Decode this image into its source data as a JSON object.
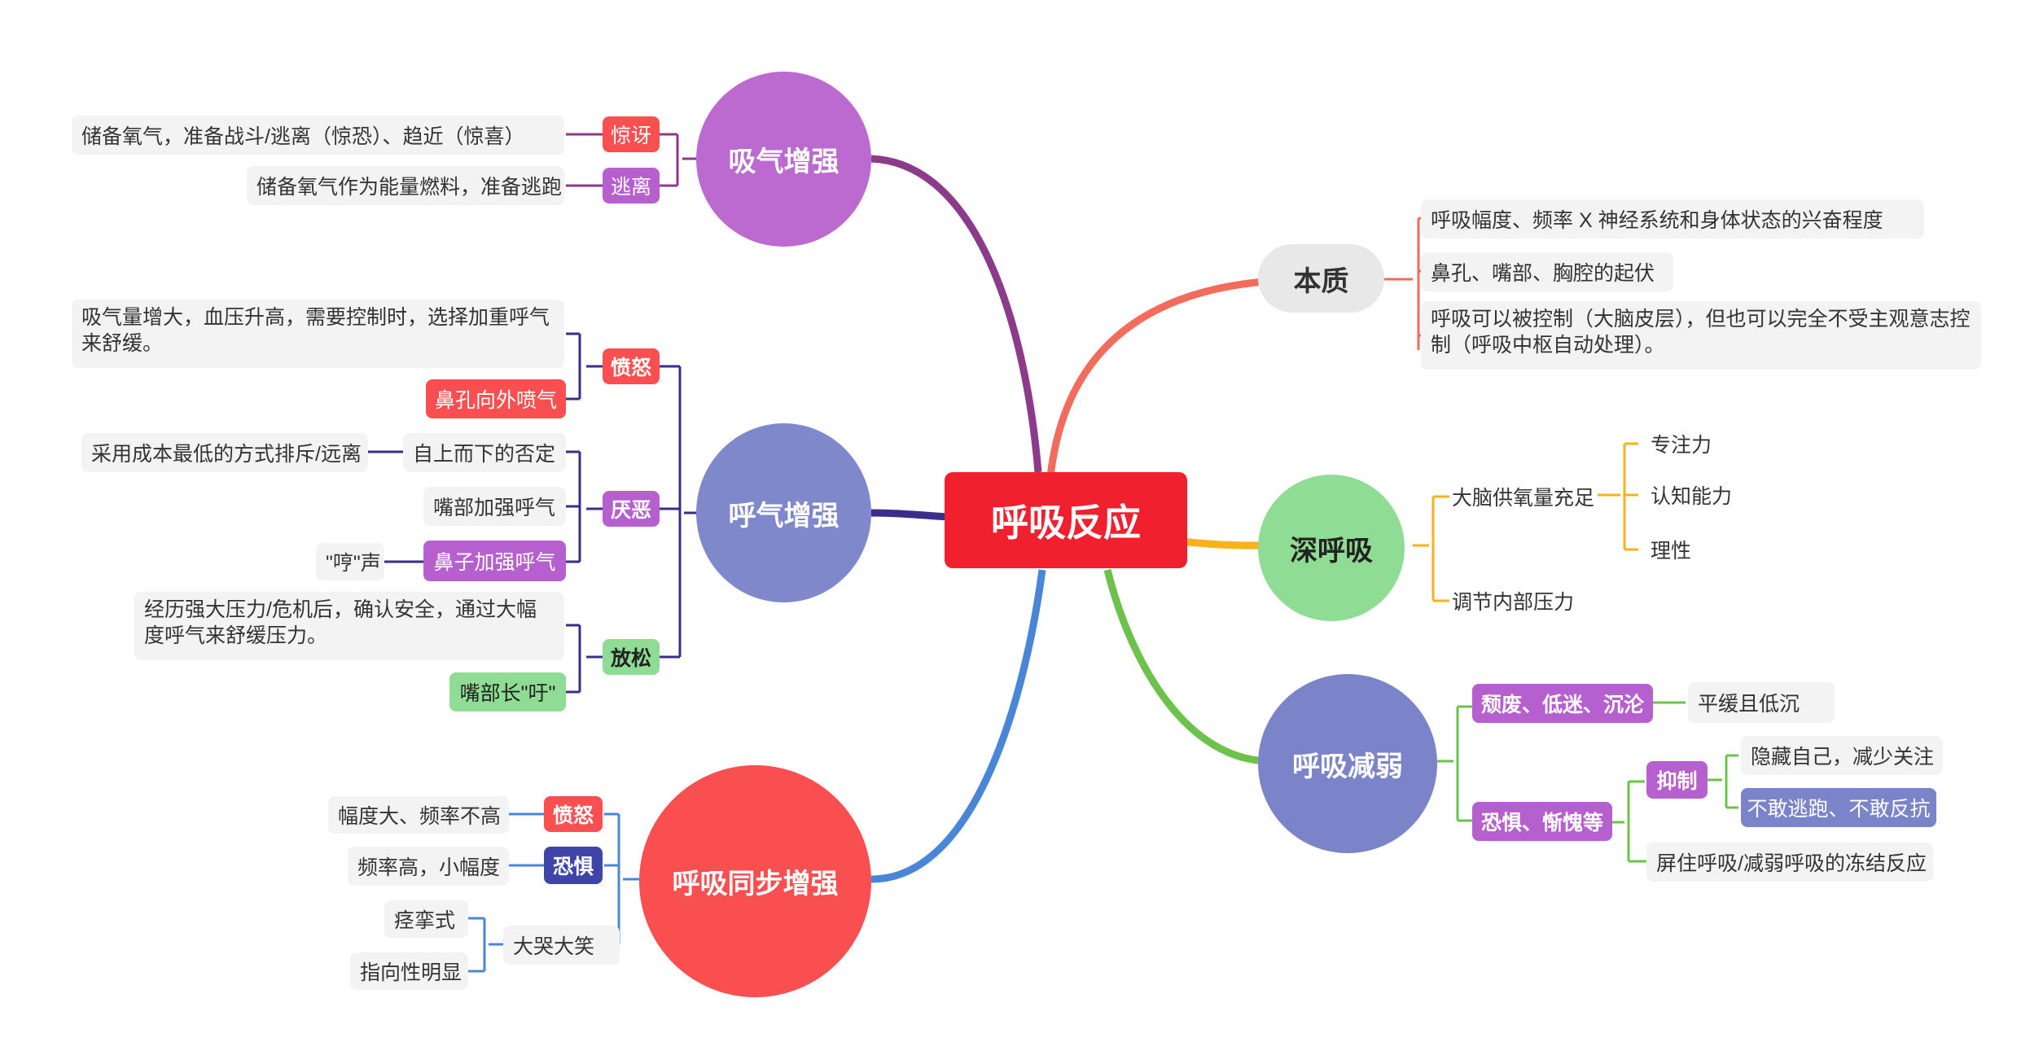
{
  "colors": {
    "center": "#f0202e",
    "benzhi": "#e8e8e8",
    "shenhuxi": "#8fdc95",
    "jianruo": "#7b84c8",
    "tongbu": "#fa4f50",
    "huqi": "#7e88cb",
    "xiqi": "#bc6ad0",
    "line_benzhi": "#f26b5b",
    "line_shen": "#f9b21c",
    "line_ruo": "#6cc24a",
    "line_tongbu": "#4a86d8",
    "line_huqi": "#3b2e8a",
    "line_xiqi": "#8c3a8a"
  },
  "center": {
    "label": "呼吸反应"
  },
  "benzhi": {
    "label": "本质",
    "items": [
      "呼吸幅度、频率 X 神经系统和身体状态的兴奋程度",
      "鼻孔、嘴部、胸腔的起伏",
      "呼吸可以被控制（大脑皮层），但也可以完全不受主观意志控制（呼吸中枢自动处理）。"
    ]
  },
  "shenhuxi": {
    "label": "深呼吸",
    "item1": "大脑供氧量充足",
    "sub": [
      "专注力",
      "认知能力",
      "理性"
    ],
    "item2": "调节内部压力"
  },
  "jianruo": {
    "label": "呼吸减弱",
    "tag1": "颓废、低迷、沉沦",
    "tag1_item": "平缓且低沉",
    "tag2": "恐惧、惭愧等",
    "tag2_sub": "抑制",
    "yizhi_items": [
      "隐藏自己，减少关注",
      "不敢逃跑、不敢反抗"
    ],
    "tag2_item": "屏住呼吸/减弱呼吸的冻结反应"
  },
  "tongbu": {
    "label": "呼吸同步增强",
    "tag1": "愤怒",
    "tag1_item": "幅度大、频率不高",
    "tag2": "恐惧",
    "tag2_item": "频率高，小幅度",
    "item3": "大哭大笑",
    "item3_sub": [
      "痉挛式",
      "指向性明显"
    ]
  },
  "huqi": {
    "label": "呼气增强",
    "tag1": "愤怒",
    "tag1_items": [
      "吸气量增大，血压升高，需要控制时，选择加重呼气来舒缓。",
      "鼻孔向外喷气"
    ],
    "tag2": "厌恶",
    "tag2_items": [
      "自上而下的否定",
      "嘴部加强呼气",
      "鼻子加强呼气"
    ],
    "tag2_sub1": "采用成本最低的方式排斥/远离",
    "tag2_sub3": "\"哼\"声",
    "tag3": "放松",
    "tag3_items": [
      "经历强大压力/危机后，确认安全，通过大幅度呼气来舒缓压力。",
      "嘴部长\"吁\""
    ]
  },
  "xiqi": {
    "label": "吸气增强",
    "tag1": "惊讶",
    "tag1_item": "储备氧气，准备战斗/逃离（惊恐）、趋近（惊喜）",
    "tag2": "逃离",
    "tag2_item": "储备氧气作为能量燃料，准备逃跑"
  }
}
